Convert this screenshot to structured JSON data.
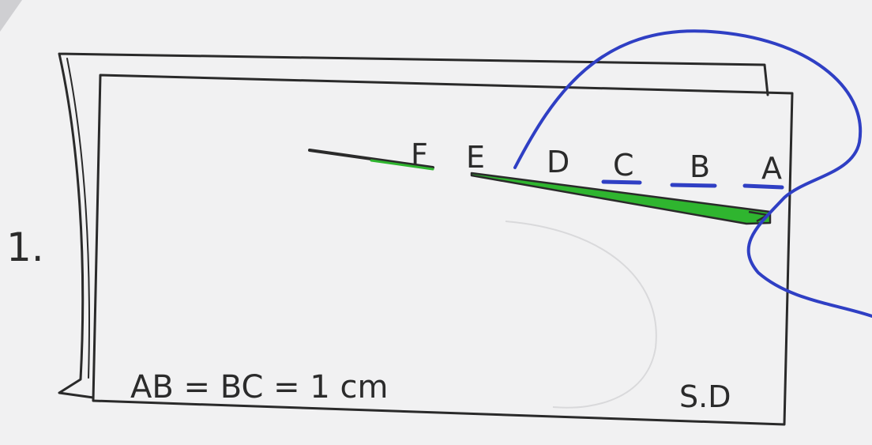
{
  "problem_number": "1.",
  "points": [
    "F",
    "E",
    "D",
    "C",
    "B",
    "A"
  ],
  "given": "AB = BC = 1 cm",
  "label_corner": "S.D",
  "colors": {
    "paper": "#f1f1f2",
    "ink": "#2a2a2a",
    "highlight": "#2fb52f",
    "blue_pen": "#2f3fc4"
  }
}
